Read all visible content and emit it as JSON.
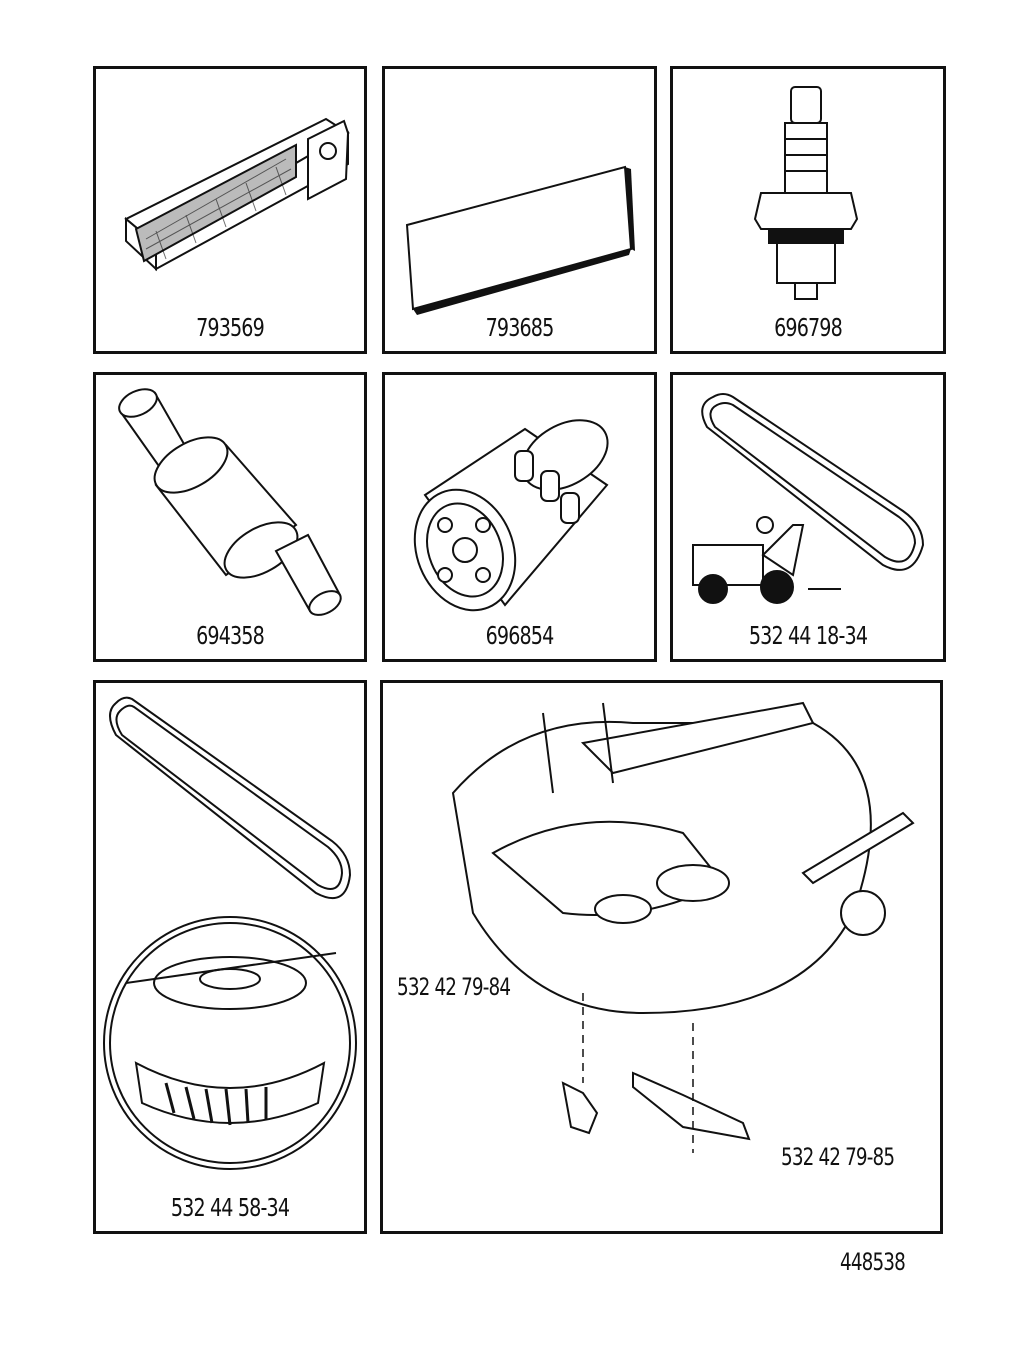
{
  "panels": {
    "air_filter": {
      "part_number": "793569",
      "icon": "air-filter-icon"
    },
    "pre_filter": {
      "part_number": "793685",
      "icon": "foam-pre-filter-icon"
    },
    "spark_plug": {
      "part_number": "696798",
      "icon": "spark-plug-icon"
    },
    "fuel_filter": {
      "part_number": "694358",
      "icon": "fuel-filter-icon"
    },
    "oil_filter": {
      "part_number": "696854",
      "icon": "oil-filter-icon"
    },
    "drive_belt": {
      "part_number": "532 44 18-34",
      "icon": "drive-belt-icon"
    },
    "deck_belt": {
      "part_number": "532 44 58-34",
      "icon": "deck-belt-pulley-icon"
    },
    "mower_deck": {
      "icon": "mower-deck-icon",
      "blade_left": "532 42 79-84",
      "blade_right": "532 42 79-85"
    }
  },
  "document_number": "448538"
}
